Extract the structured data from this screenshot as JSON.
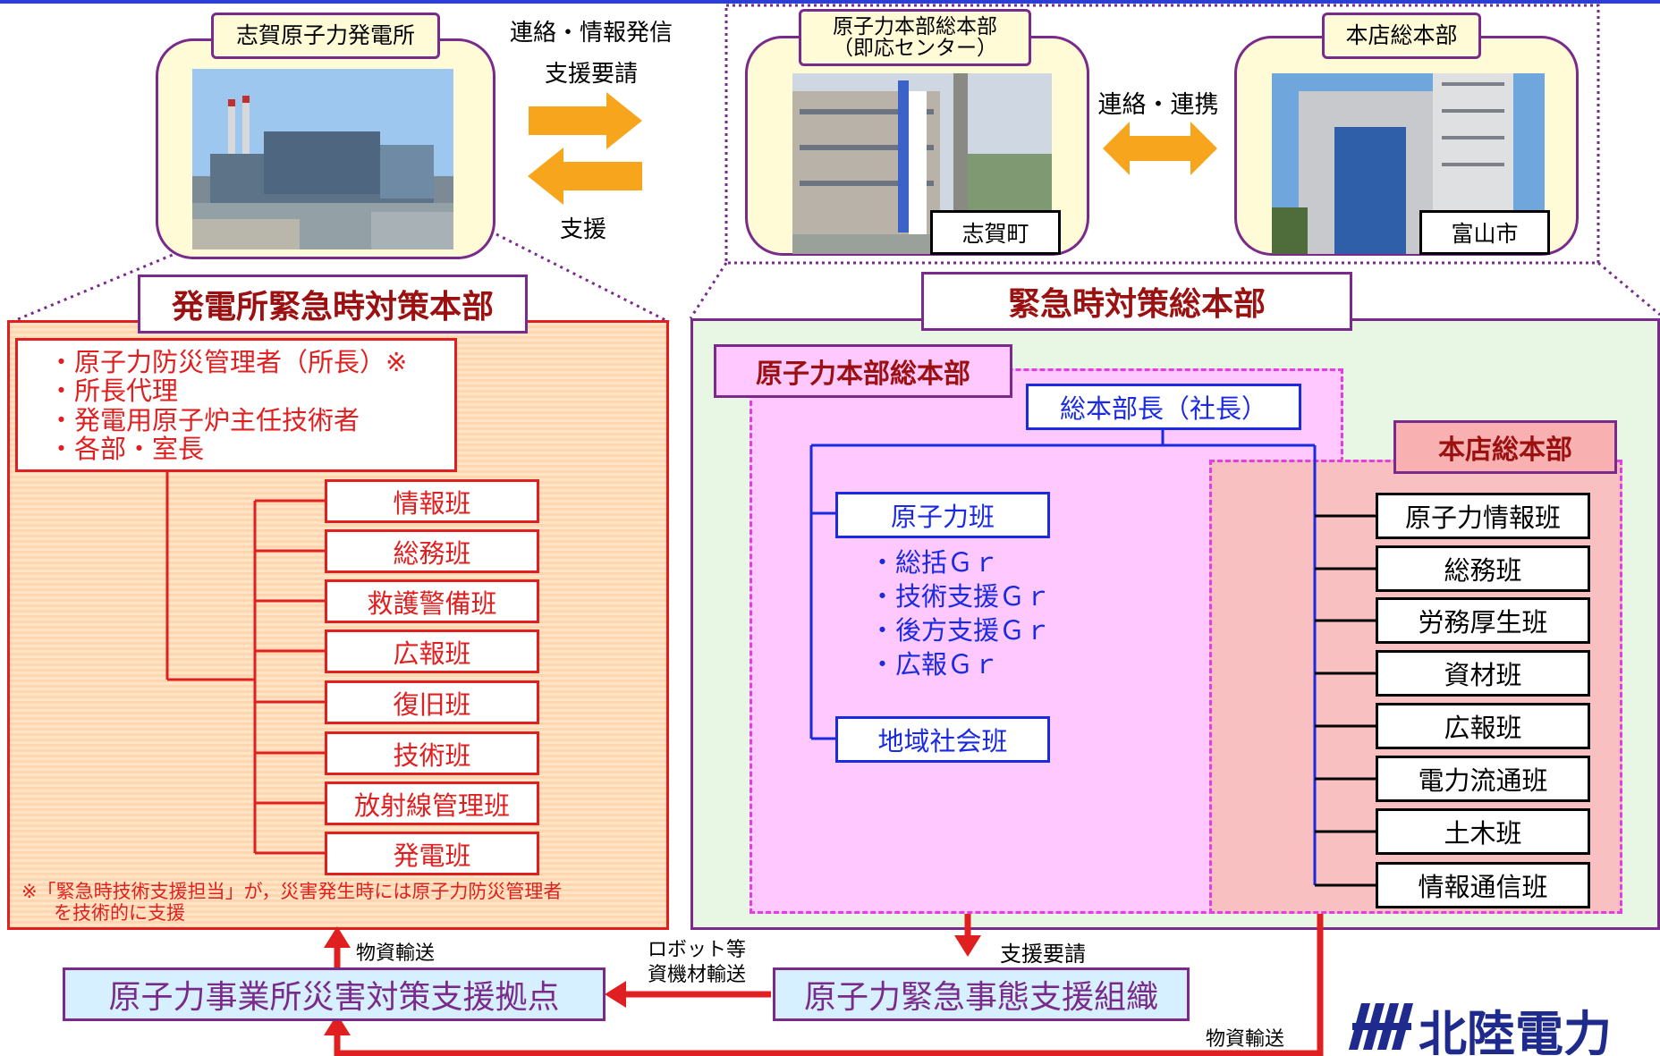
{
  "top_left": {
    "site_label": "志賀原子力発電所",
    "arrow_top_line1": "連絡・情報発信",
    "arrow_top_line2": "支援要請",
    "arrow_bottom": "支援"
  },
  "top_right": {
    "hq_label_line1": "原子力本部総本部",
    "hq_label_line2": "（即応センター）",
    "hq_city": "志賀町",
    "link_label": "連絡・連携",
    "head_office_label": "本店総本部",
    "head_office_city": "富山市"
  },
  "plant_hq": {
    "title": "発電所緊急時対策本部",
    "managers": [
      "・原子力防災管理者（所長）※",
      "・所長代理",
      "・発電用原子炉主任技術者",
      "・各部・室長"
    ],
    "teams": [
      "情報班",
      "総務班",
      "救護警備班",
      "広報班",
      "復旧班",
      "技術班",
      "放射線管理班",
      "発電班"
    ],
    "note_line1": "※「緊急時技術支援担当」が，災害発生時には原子力防災管理者",
    "note_line2": "を技術的に支援"
  },
  "general_hq": {
    "title": "緊急時対策総本部",
    "nuclear_hq_title": "原子力本部総本部",
    "chief": "総本部長（社長）",
    "nuclear_team": "原子力班",
    "groups": [
      "・総括Ｇｒ",
      "・技術支援Ｇｒ",
      "・後方支援Ｇｒ",
      "・広報Ｇｒ"
    ],
    "community_team": "地域社会班",
    "head_office_title": "本店総本部",
    "head_office_teams": [
      "原子力情報班",
      "総務班",
      "労務厚生班",
      "資材班",
      "広報班",
      "電力流通班",
      "土木班",
      "情報通信班"
    ]
  },
  "bottom": {
    "support_base": "原子力事業所災害対策支援拠点",
    "support_org": "原子力緊急事態支援組織",
    "material_transport_left": "物資輸送",
    "robot_line1": "ロボット等",
    "robot_line2": "資機材輸送",
    "support_request": "支援要請",
    "material_transport_right": "物資輸送",
    "logo_text": "北陸電力"
  },
  "colors": {
    "accent_red": "#e02020",
    "accent_blue": "#1a2ae0",
    "purple": "#7a2a8a",
    "arrow_orange": "#f7a51d"
  }
}
